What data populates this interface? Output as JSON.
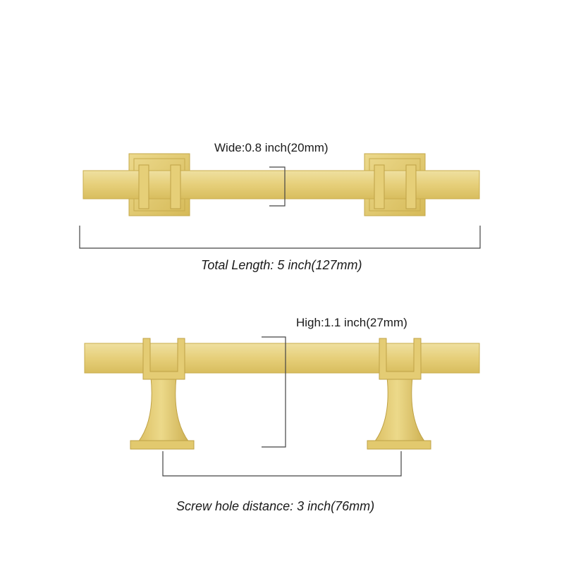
{
  "labels": {
    "wide": "Wide:0.8 inch(20mm)",
    "total_length": "Total Length: 5 inch(127mm)",
    "high": "High:1.1 inch(27mm)",
    "screw_hole": "Screw hole distance: 3 inch(76mm)"
  },
  "colors": {
    "gold_light": "#ecd98c",
    "gold": "#e2c96e",
    "gold_dark": "#c9ad4d",
    "gold_edge": "#b89a3e",
    "line": "#444444"
  }
}
